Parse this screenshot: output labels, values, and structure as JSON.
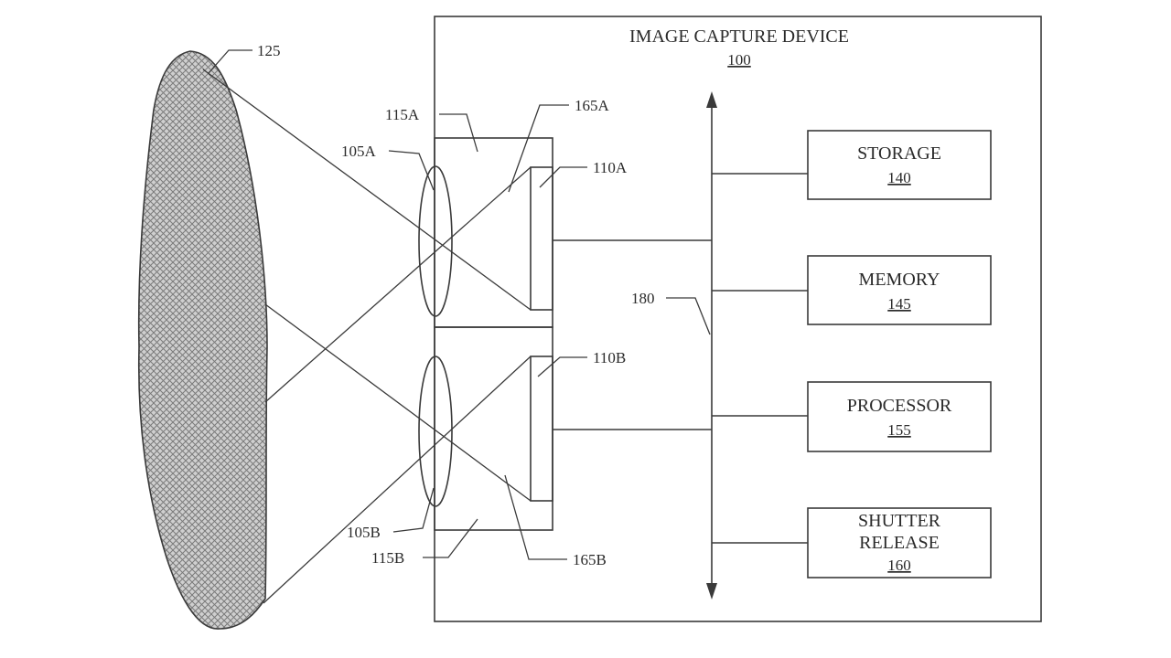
{
  "device": {
    "title": "IMAGE CAPTURE DEVICE",
    "ref": "100"
  },
  "blocks": {
    "storage": {
      "title": "STORAGE",
      "ref": "140"
    },
    "memory": {
      "title": "MEMORY",
      "ref": "145"
    },
    "processor": {
      "title": "PROCESSOR",
      "ref": "155"
    },
    "shutter": {
      "title_line1": "SHUTTER",
      "title_line2": "RELEASE",
      "ref": "160"
    }
  },
  "labels": {
    "scene": "125",
    "camera_a": "115A",
    "camera_b": "115B",
    "lens_a": "105A",
    "lens_b": "105B",
    "sensor_a": "110A",
    "sensor_b": "110B",
    "fov_a": "165A",
    "fov_b": "165B",
    "bus": "180"
  }
}
